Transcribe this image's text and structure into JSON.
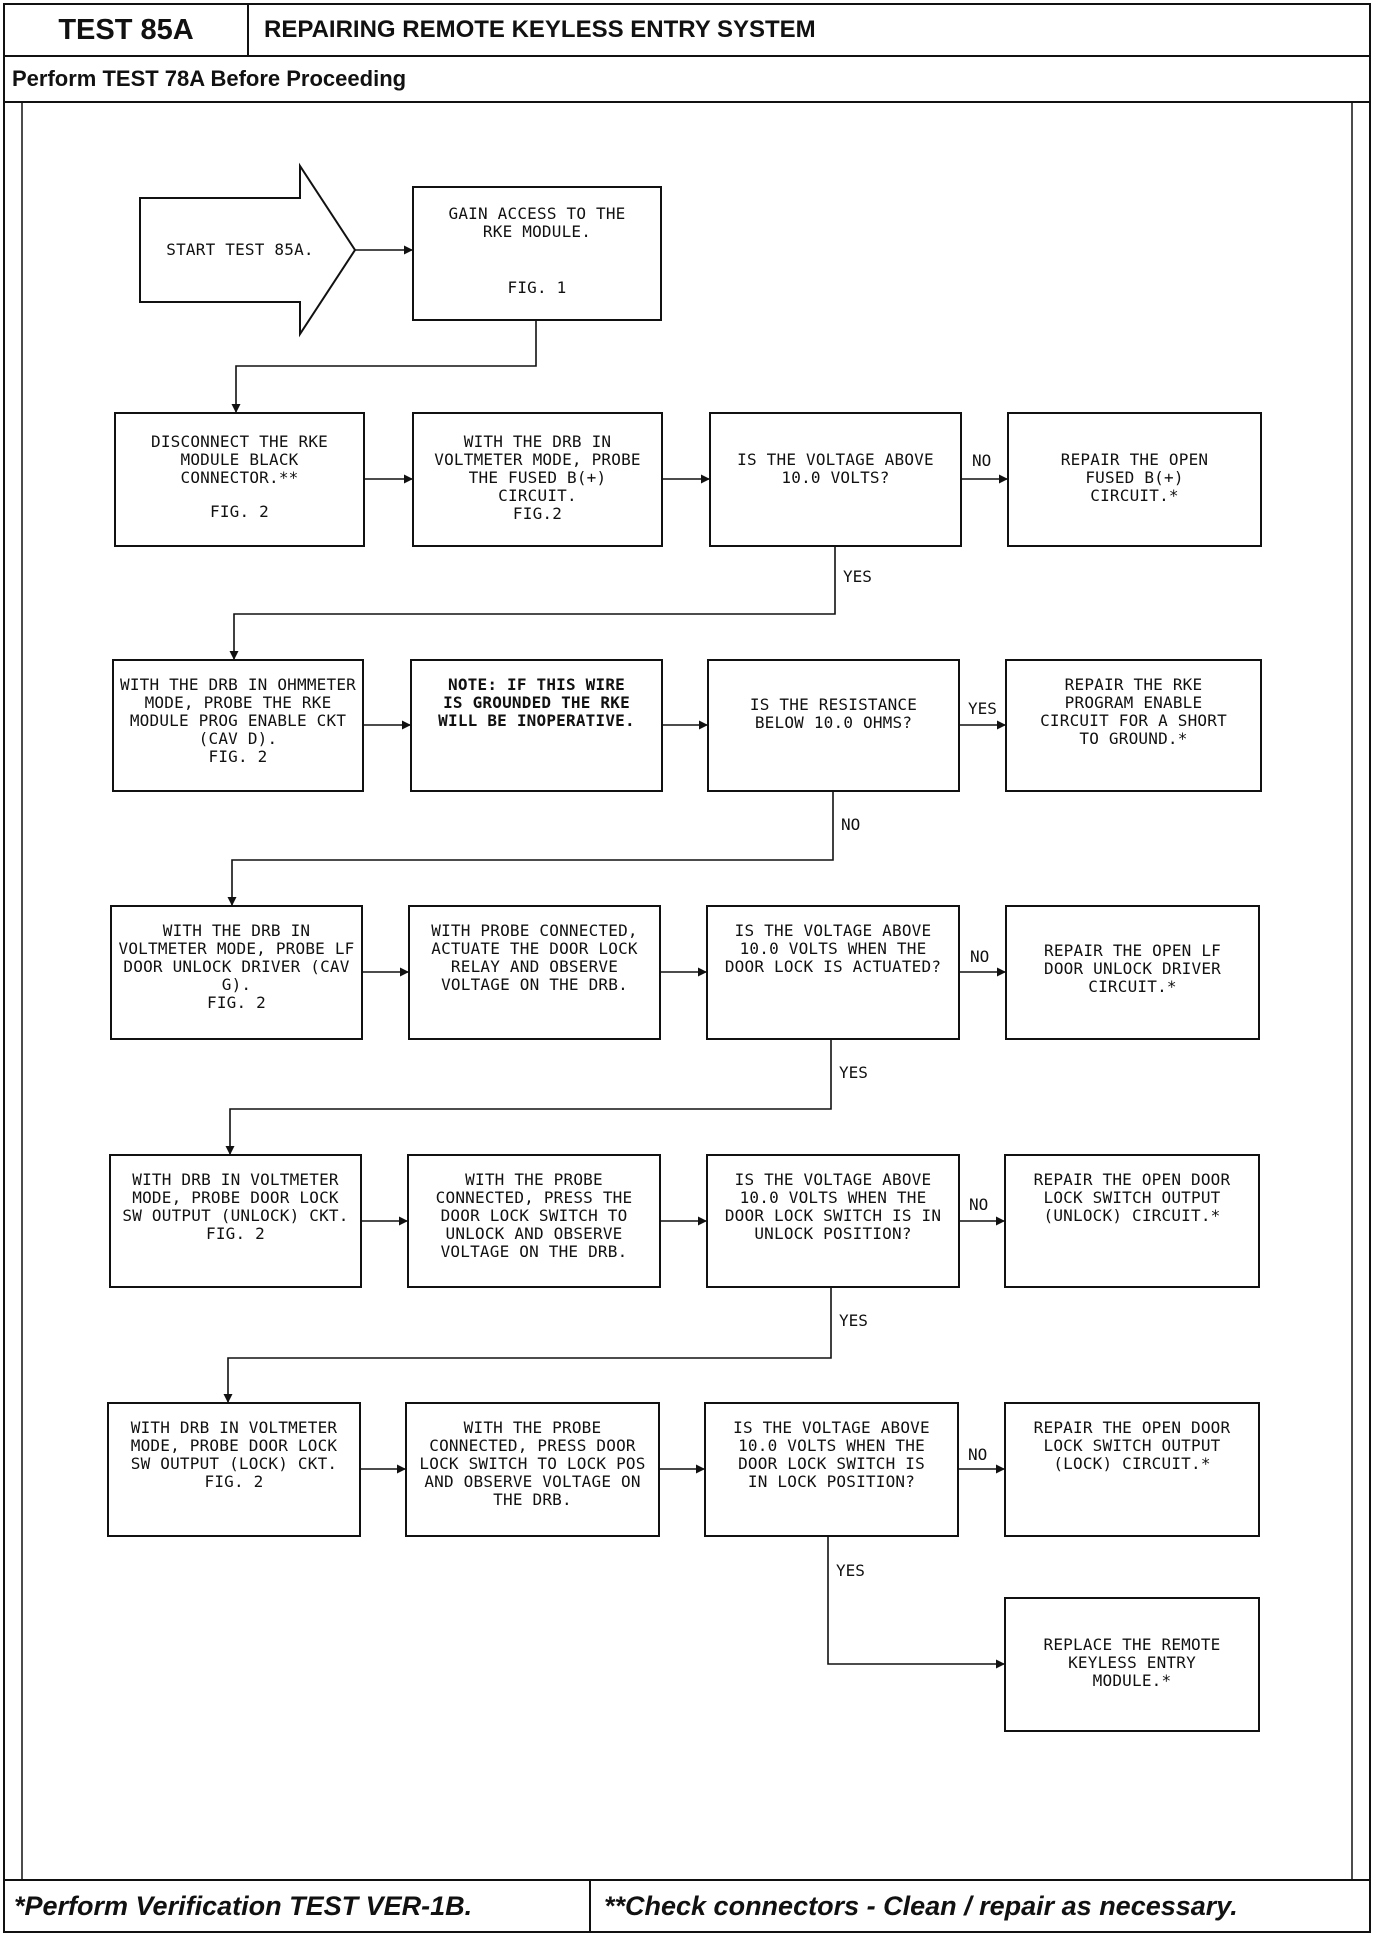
{
  "header": {
    "test_id": "TEST 85A",
    "title": "REPAIRING REMOTE KEYLESS ENTRY SYSTEM",
    "subtitle": "Perform TEST 78A Before Proceeding"
  },
  "footer": {
    "left": "*Perform Verification TEST VER-1B.",
    "right": "**Check connectors - Clean / repair as necessary."
  },
  "nodes": {
    "start": "START TEST 85A.",
    "gain_access": {
      "text": "GAIN ACCESS TO THE RKE MODULE.",
      "fig": "FIG. 1"
    },
    "disconnect": {
      "text": "DISCONNECT THE RKE MODULE BLACK CONNECTOR.**",
      "fig": "FIG. 2"
    },
    "probe_fused": {
      "text": "WITH THE DRB IN VOLTMETER MODE, PROBE THE FUSED B(+) CIRCUIT.",
      "fig": "FIG.2"
    },
    "q_voltage_1": "IS THE VOLTAGE ABOVE 10.0 VOLTS?",
    "repair_fused": "REPAIR THE OPEN FUSED B(+) CIRCUIT.*",
    "ohmmeter": {
      "text": "WITH THE DRB IN OHMMETER MODE, PROBE THE RKE MODULE PROG ENABLE CKT (CAV D).",
      "fig": "FIG. 2"
    },
    "note": "NOTE: IF THIS WIRE IS GROUNDED THE RKE WILL BE INOPERATIVE.",
    "q_resistance": "IS THE RESISTANCE BELOW 10.0 OHMS?",
    "repair_prog": "REPAIR THE RKE PROGRAM ENABLE CIRCUIT FOR A SHORT TO GROUND.*",
    "lf_driver": {
      "text": "WITH THE DRB IN VOLTMETER MODE, PROBE LF DOOR UNLOCK DRIVER (CAV G).",
      "fig": "FIG. 2"
    },
    "actuate_relay": "WITH PROBE CONNECTED, ACTUATE THE DOOR LOCK RELAY AND OBSERVE VOLTAGE ON THE DRB.",
    "q_voltage_2": "IS THE VOLTAGE ABOVE 10.0 VOLTS WHEN THE DOOR LOCK IS ACTUATED?",
    "repair_lf": "REPAIR THE OPEN LF DOOR UNLOCK DRIVER CIRCUIT.*",
    "unlock_sw": {
      "text": "WITH DRB IN VOLTMETER MODE, PROBE DOOR LOCK SW OUTPUT (UNLOCK) CKT.",
      "fig": "FIG. 2"
    },
    "press_unlock": "WITH THE PROBE CONNECTED, PRESS THE DOOR LOCK SWITCH TO UNLOCK AND OBSERVE VOLTAGE ON THE DRB.",
    "q_voltage_3": "IS THE VOLTAGE ABOVE 10.0 VOLTS WHEN THE DOOR LOCK SWITCH IS IN UNLOCK POSITION?",
    "repair_unlock": "REPAIR THE OPEN DOOR LOCK SWITCH OUTPUT (UNLOCK) CIRCUIT.*",
    "lock_sw": {
      "text": "WITH DRB IN VOLTMETER MODE, PROBE DOOR LOCK SW OUTPUT (LOCK) CKT.",
      "fig": "FIG. 2"
    },
    "press_lock": "WITH THE PROBE CONNECTED, PRESS DOOR LOCK SWITCH TO LOCK POS AND OBSERVE VOLTAGE ON THE DRB.",
    "q_voltage_4": "IS THE VOLTAGE ABOVE 10.0 VOLTS WHEN THE DOOR LOCK SWITCH IS IN LOCK POSITION?",
    "repair_lock": "REPAIR THE OPEN DOOR LOCK SWITCH OUTPUT (LOCK) CIRCUIT.*",
    "replace_module": "REPLACE THE REMOTE KEYLESS ENTRY MODULE.*"
  },
  "edge_labels": {
    "no_1": "NO",
    "yes_1": "YES",
    "yes_2": "YES",
    "no_2": "NO",
    "no_3": "NO",
    "yes_3": "YES",
    "no_4": "NO",
    "yes_4": "YES",
    "no_5": "NO",
    "yes_5": "YES"
  }
}
